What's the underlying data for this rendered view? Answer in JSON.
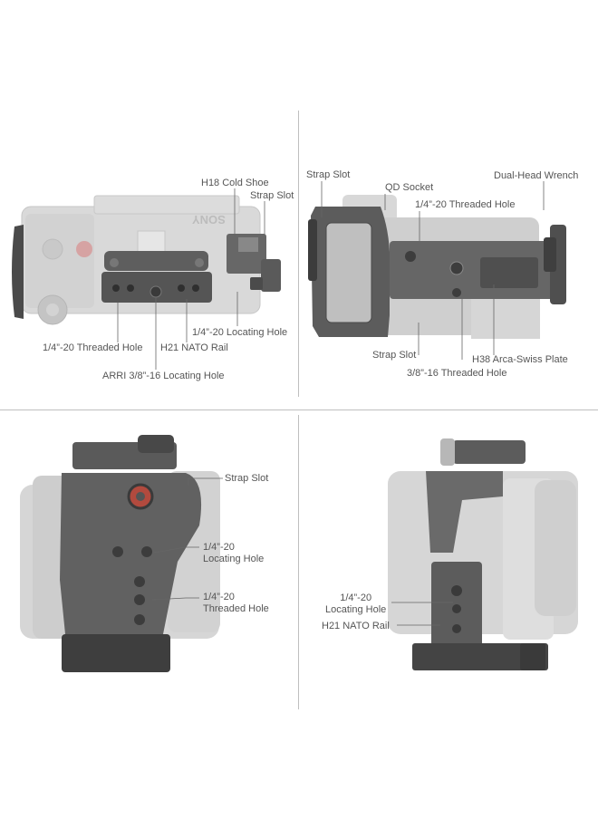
{
  "panels": {
    "top_view": {
      "brand": "SONY",
      "callouts": {
        "cold_shoe": "H18 Cold Shoe",
        "strap_slot": "Strap Slot",
        "threaded_hole": "1/4”-20 Threaded Hole",
        "locating_hole": "1/4”-20 Locating Hole",
        "nato_rail": "H21 NATO Rail",
        "arri_hole": "ARRI 3/8”-16 Locating Hole"
      }
    },
    "bottom_view": {
      "callouts": {
        "strap_slot_top": "Strap Slot",
        "qd_socket": "QD Socket",
        "threaded_hole": "1/4”-20 Threaded Hole",
        "wrench": "Dual-Head Wrench",
        "strap_slot_bottom": "Strap Slot",
        "arca_plate": "H38 Arca-Swiss Plate",
        "threaded_hole_3_8": "3/8”-16 Threaded Hole"
      }
    },
    "left_view": {
      "callouts": {
        "strap_slot": "Strap Slot",
        "locating_hole_1": "1/4”-20",
        "locating_hole_2": "Locating Hole",
        "threaded_hole_1": "1/4”-20",
        "threaded_hole_2": "Threaded Hole"
      }
    },
    "right_view": {
      "callouts": {
        "locating_hole_1": "1/4”-20",
        "locating_hole_2": "Locating Hole",
        "nato_rail": "H21 NATO Rail"
      }
    }
  }
}
